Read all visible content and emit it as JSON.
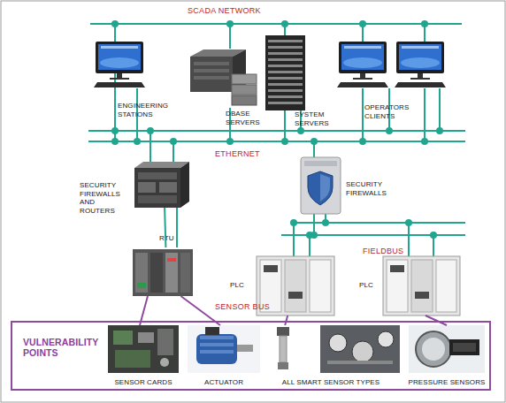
{
  "diagram": {
    "nodes": [
      {
        "text": [
          "ENGINEERING STATIONS"
        ]
      },
      {
        "text": [
          "DBASE SERVERS"
        ]
      },
      {
        "text": [
          "SYSTEM SERVERS"
        ]
      },
      {
        "text": [
          "OPERATORS CLIENTS"
        ]
      },
      {
        "text": [
          "SECURITY FIREWALLS AND ROUTERS"
        ]
      },
      {
        "text": [
          "SECURITY FIREWALLS"
        ]
      },
      {
        "text": [
          "RTU"
        ]
      },
      {
        "text": [
          "PLC"
        ]
      },
      {
        "text": [
          "PLC"
        ]
      },
      {
        "text": [
          "VULNERABILITY POINTS"
        ]
      },
      {
        "text": [
          "SENSOR CARDS"
        ],
        "in": 9
      },
      {
        "text": [
          "ACTUATOR"
        ],
        "in": 9
      },
      {
        "text": [
          "ALL SMART SENSOR TYPES"
        ],
        "in": 9
      },
      {
        "text": [
          "PRESSURE SENSORS"
        ],
        "in": 9
      }
    ],
    "edges": [
      {
        "from": 4,
        "to": 6,
        "arrow": "none"
      },
      {
        "from": 6,
        "to": 10,
        "arrow": "none"
      },
      {
        "from": 6,
        "to": 11,
        "arrow": "none"
      },
      {
        "from": 7,
        "to": 12,
        "arrow": "none"
      },
      {
        "from": 8,
        "to": 13,
        "arrow": "none"
      }
    ],
    "labels": [
      "SCADA NETWORK",
      "ETHERNET",
      "FIELDBUS",
      "SENSOR BUS"
    ]
  }
}
